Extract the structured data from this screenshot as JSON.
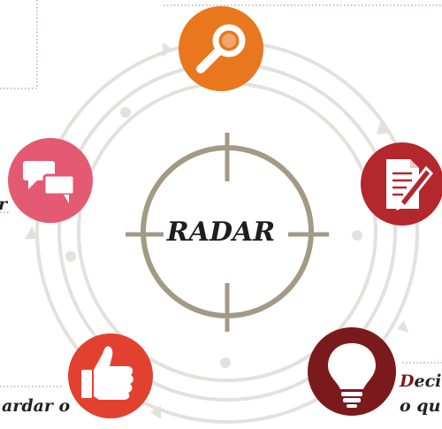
{
  "diagram": {
    "center_label": "RADAR",
    "fragments": {
      "left_mark": "r",
      "bottom_left_line1": "ardar o",
      "bottom_right_line1_cap": "D",
      "bottom_right_line1_rest": "eci",
      "bottom_right_line2": "o qu"
    },
    "nodes": [
      {
        "id": "search",
        "icon": "magnifier-icon",
        "color": "#e8771e"
      },
      {
        "id": "document",
        "icon": "document-pencil-icon",
        "color": "#b3272d"
      },
      {
        "id": "idea",
        "icon": "lightbulb-icon",
        "color": "#7b1a1d"
      },
      {
        "id": "approve",
        "icon": "thumbs-up-icon",
        "color": "#e2412f"
      },
      {
        "id": "chat",
        "icon": "speech-bubbles-icon",
        "color": "#e45a72"
      }
    ],
    "colors": {
      "crosshair": "#a39a86",
      "rings": "#e3e1dc",
      "dots": "#c9a6a6"
    }
  }
}
